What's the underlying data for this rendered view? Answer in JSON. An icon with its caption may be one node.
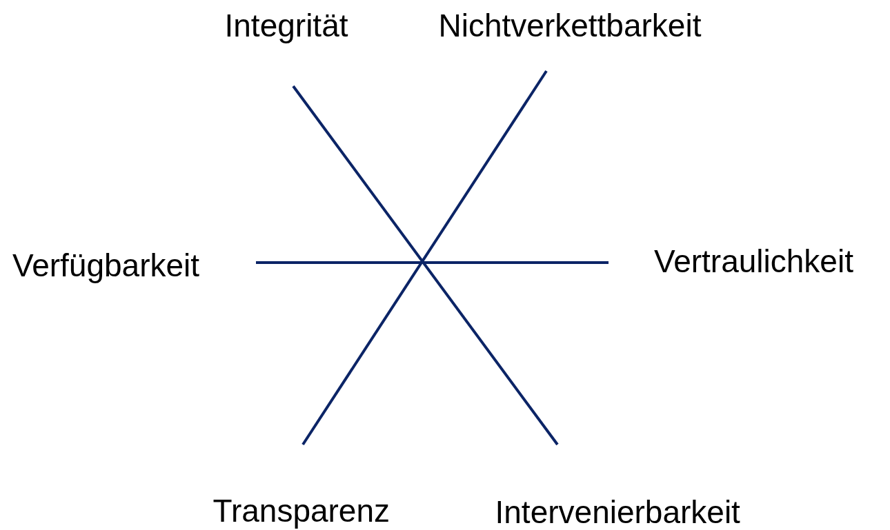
{
  "diagram": {
    "labels": [
      "Integrität",
      "Nichtverkettbarkeit",
      "Verfügbarkeit",
      "Vertraulichkeit",
      "Transparenz",
      "Intervenierbarkeit"
    ]
  }
}
